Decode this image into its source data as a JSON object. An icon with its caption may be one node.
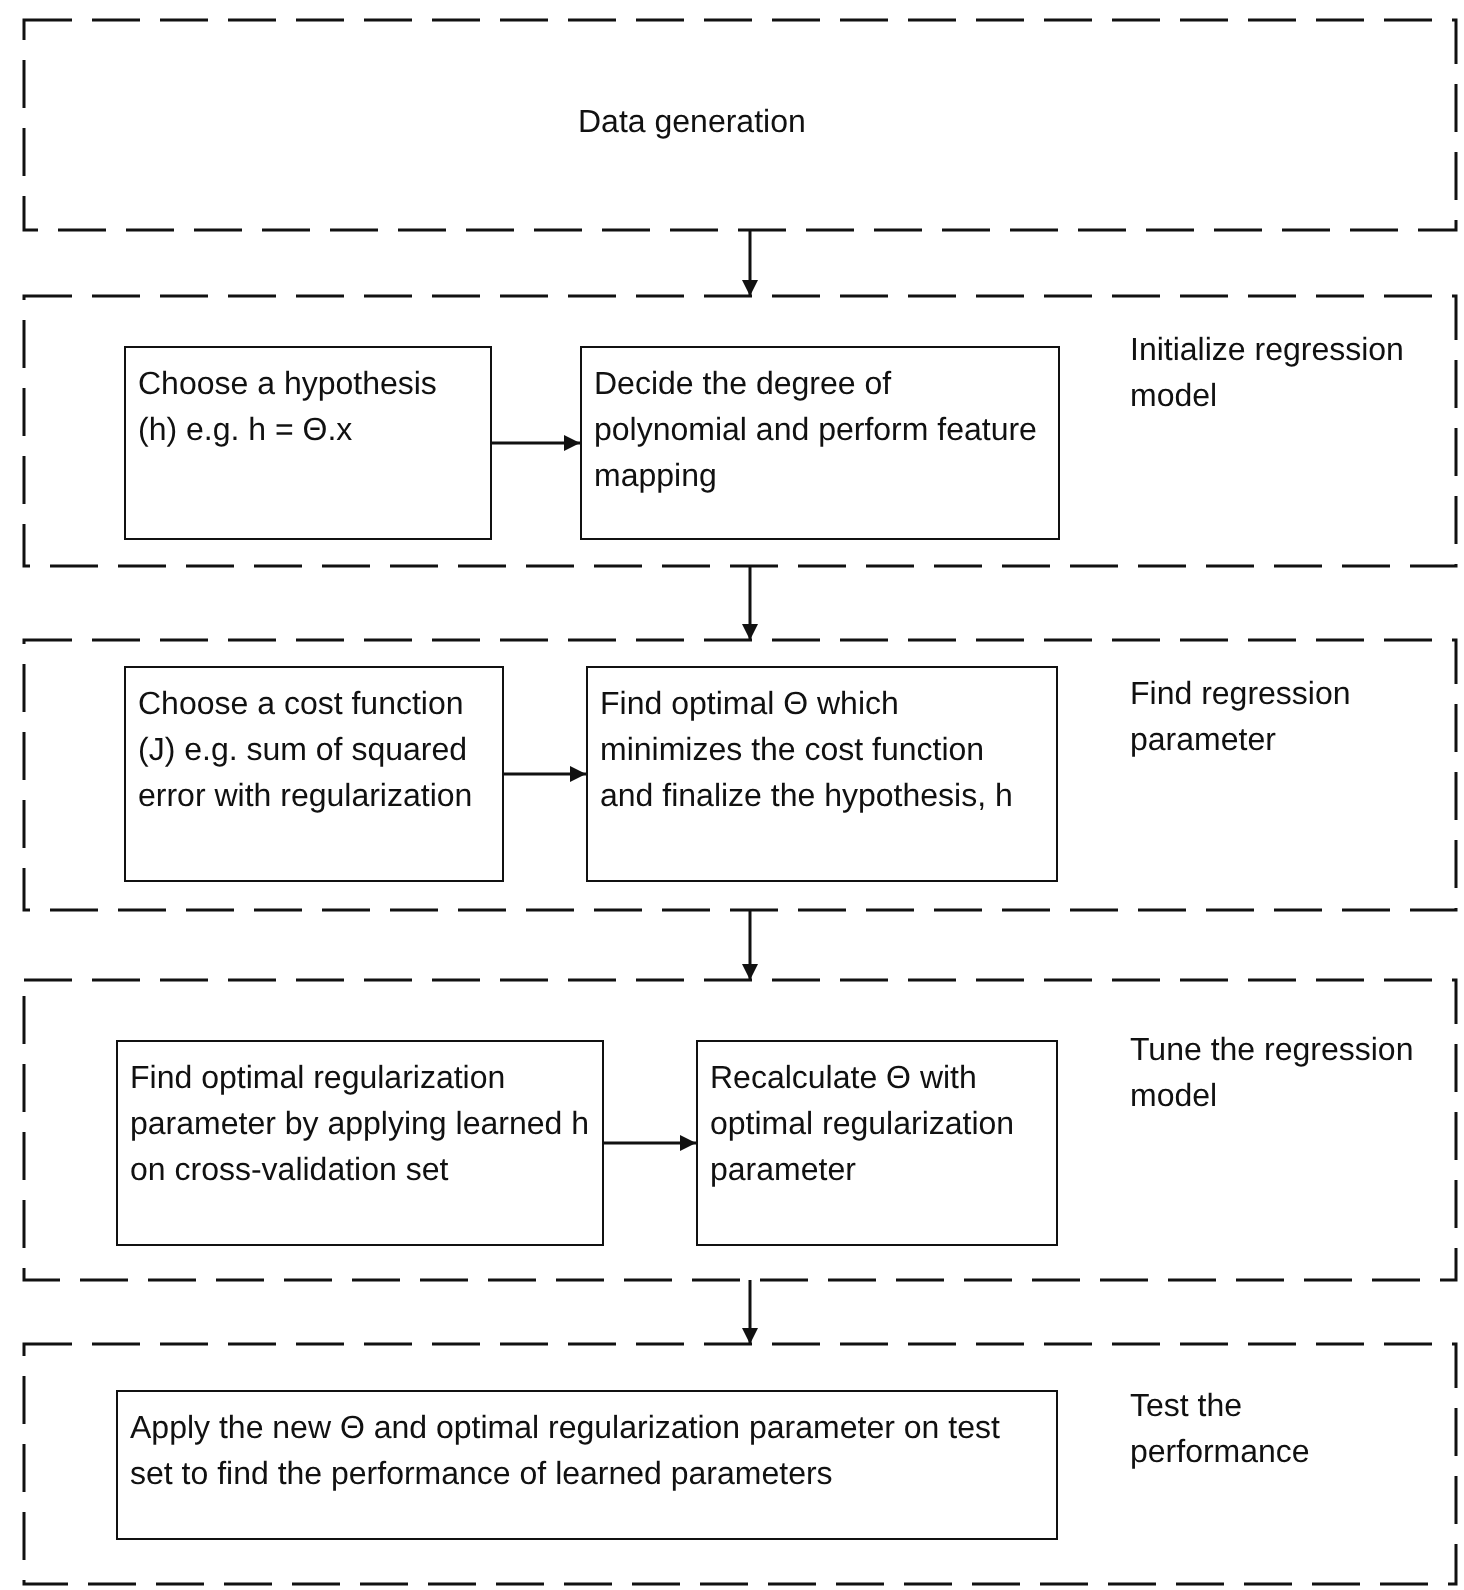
{
  "diagram": {
    "nodes": [
      {
        "text": [
          "Data generation"
        ]
      },
      {
        "text": [
          "Initialize regression model"
        ]
      },
      {
        "text": [
          "Choose a hypothesis (h) e.g. h = Θ.x"
        ],
        "in": 1
      },
      {
        "text": [
          "Decide the degree of polynomial and perform feature mapping"
        ],
        "in": 1
      },
      {
        "text": [
          "Find regression parameter"
        ]
      },
      {
        "text": [
          "Choose a cost function (J) e.g. sum of squared error with regularization"
        ],
        "in": 4
      },
      {
        "text": [
          "Find optimal Θ which minimizes the cost function and finalize the hypothesis, h"
        ],
        "in": 4
      },
      {
        "text": [
          "Tune the regression model"
        ]
      },
      {
        "text": [
          "Find optimal regularization parameter by applying learned h on cross-validation set"
        ],
        "in": 7
      },
      {
        "text": [
          "Recalculate Θ with optimal regularization parameter"
        ],
        "in": 7
      },
      {
        "text": [
          "Test the performance"
        ]
      },
      {
        "text": [
          "Apply the new Θ and optimal regularization parameter on test set to find the performance of learned parameters"
        ],
        "in": 10
      }
    ],
    "edges": [
      {
        "from": 0,
        "to": 1,
        "arrow": "to"
      },
      {
        "from": 2,
        "to": 3,
        "arrow": "to"
      },
      {
        "from": 1,
        "to": 4,
        "arrow": "to"
      },
      {
        "from": 5,
        "to": 6,
        "arrow": "to"
      },
      {
        "from": 4,
        "to": 7,
        "arrow": "to"
      },
      {
        "from": 8,
        "to": 9,
        "arrow": "to"
      },
      {
        "from": 7,
        "to": 10,
        "arrow": "to"
      }
    ]
  }
}
